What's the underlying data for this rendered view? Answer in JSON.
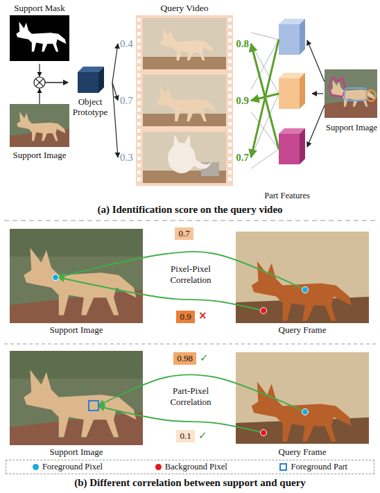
{
  "diagram": {
    "nodes": [
      {
        "text": [
          "Support Mask"
        ]
      },
      {
        "text": [
          "Support Image"
        ]
      },
      {
        "text": [
          "Object Prototype"
        ]
      },
      {
        "text": [
          "Query Video"
        ]
      },
      {
        "text": [
          "0.4",
          "0.8"
        ],
        "in": 3
      },
      {
        "text": [
          "0.7",
          "0.9"
        ],
        "in": 3
      },
      {
        "text": [
          "0.3",
          "0.7"
        ],
        "in": 3
      },
      {
        "text": [
          "Part Features"
        ]
      },
      {
        "text": [
          "Support Image"
        ]
      },
      {
        "text": [
          "Support Image"
        ]
      },
      {
        "text": [
          "0.7"
        ]
      },
      {
        "text": [
          "Query Frame"
        ]
      },
      {
        "text": [
          "0.9"
        ]
      },
      {
        "text": [
          "Support Image"
        ]
      },
      {
        "text": [
          "0.98"
        ]
      },
      {
        "text": [
          "Query Frame"
        ]
      },
      {
        "text": [
          "0.1"
        ]
      }
    ],
    "edges": [
      {
        "from": 0,
        "to": 2,
        "arrow": "to"
      },
      {
        "from": 1,
        "to": 2,
        "arrow": "to"
      },
      {
        "from": 2,
        "to": 4,
        "arrow": "to"
      },
      {
        "from": 2,
        "to": 5,
        "arrow": "to"
      },
      {
        "from": 2,
        "to": 6,
        "arrow": "to"
      },
      {
        "from": 8,
        "to": 7,
        "arrow": "to"
      },
      {
        "from": 7,
        "to": 4,
        "arrow": "to"
      },
      {
        "from": 7,
        "to": 5,
        "arrow": "to"
      },
      {
        "from": 7,
        "to": 6,
        "arrow": "to"
      },
      {
        "from": 11,
        "to": 9,
        "arrow": "to"
      },
      {
        "from": 11,
        "to": 9,
        "arrow": "to"
      },
      {
        "from": 15,
        "to": 13,
        "arrow": "to"
      },
      {
        "from": 15,
        "to": 13,
        "arrow": "to"
      }
    ],
    "labels": [
      "(a) Identification score on the query video",
      "Pixel-Pixel Correlation",
      "×",
      "✓",
      "Part-Pixel Correlation",
      "✓",
      "(b) Different correlation between support and query"
    ],
    "legend": [
      {
        "text": "Foreground Pixel",
        "color": "#1fa8e0"
      },
      {
        "text": "Background Pixel",
        "color": "#e8151b"
      },
      {
        "text": "Foreground Part"
      }
    ]
  }
}
